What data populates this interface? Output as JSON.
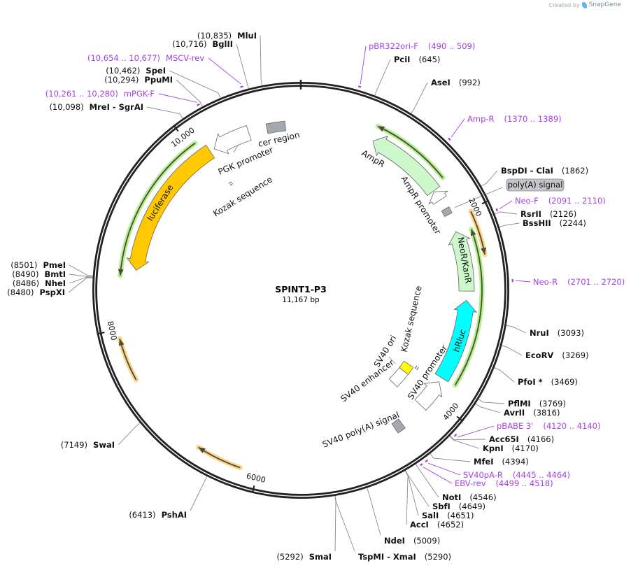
{
  "branding": {
    "created_by": "Created by",
    "brand": "SnapGene"
  },
  "title": "SPINT1-P3",
  "length_label": "11,167 bp",
  "total_bp": 11167,
  "colors": {
    "backbone": "#222222",
    "primer": "#a33fe6",
    "orf_green_halo": "#b6ef8e",
    "orf_orange_halo": "#ffd28a",
    "orf_line": "#4a4a3a"
  },
  "ticks": [
    {
      "bp": 0,
      "label": ""
    },
    {
      "bp": 2000,
      "label": "2000"
    },
    {
      "bp": 4000,
      "label": "4000"
    },
    {
      "bp": 6000,
      "label": "6000"
    },
    {
      "bp": 8000,
      "label": "8000"
    },
    {
      "bp": 10000,
      "label": "10,000"
    }
  ],
  "features": [
    {
      "label": "AmpR",
      "start": 800,
      "end": 1650,
      "strand": -1,
      "color": "#ccf8cc"
    },
    {
      "label": "AmpR promoter",
      "start": 1660,
      "end": 1770,
      "strand": -1,
      "color": "#ffffff"
    },
    {
      "label": "poly(A) signal",
      "start": 1880,
      "end": 1950,
      "strand": 0,
      "color": "#a4a8b0"
    },
    {
      "label": "NeoR/KanR",
      "start": 2150,
      "end": 2800,
      "strand": -1,
      "color": "#ccf8cc"
    },
    {
      "label": "hRluc",
      "start": 2900,
      "end": 3780,
      "strand": -1,
      "color": "#00ffff"
    },
    {
      "label": "SV40 promoter",
      "start": 3830,
      "end": 4150,
      "strand": -1,
      "color": "#ffffff"
    },
    {
      "label": "SV40 poly(A) signal",
      "start": 4430,
      "end": 4520,
      "strand": 0,
      "color": "#a4a8b0"
    },
    {
      "label": "luciferase",
      "start": 8590,
      "end": 10140,
      "strand": -1,
      "color": "#ffc800"
    },
    {
      "label": "PGK promoter",
      "start": 10190,
      "end": 10600,
      "strand": -1,
      "color": "#ffffff"
    },
    {
      "label": "cer region",
      "start": 10800,
      "end": 11000,
      "strand": 0,
      "color": "#a4a8b0"
    },
    {
      "label": "SV40 ori",
      "start": 3860,
      "end": 3975,
      "strand": 0,
      "color": "#ffff00"
    },
    {
      "label": "SV40 enhancer",
      "start": 3975,
      "end": 4190,
      "strand": 0,
      "color": "#ffffff"
    },
    {
      "label": "Kozak sequence",
      "start": 3835,
      "end": 3850,
      "strand": 0,
      "color": "#ffffff"
    },
    {
      "label": "Kozak sequence",
      "start": 10130,
      "end": 10145,
      "strand": 0,
      "color": "#ffffff"
    }
  ],
  "orfs": [
    {
      "start": 780,
      "end": 1600,
      "strand": -1,
      "color": "green"
    },
    {
      "start": 2180,
      "end": 3770,
      "strand": -1,
      "color": "green"
    },
    {
      "start": 8520,
      "end": 10060,
      "strand": -1,
      "color": "green"
    },
    {
      "start": 2020,
      "end": 2450,
      "strand": 1,
      "color": "orange"
    },
    {
      "start": 7490,
      "end": 7910,
      "strand": 1,
      "color": "orange"
    },
    {
      "start": 6170,
      "end": 6610,
      "strand": 1,
      "color": "orange"
    }
  ],
  "enzymes": [
    {
      "name": "MluI",
      "pos": "(10,835)",
      "bp": 10835
    },
    {
      "name": "BglII",
      "pos": "(10,716)",
      "bp": 10716
    },
    {
      "name": "SpeI",
      "pos": "(10,462)",
      "bp": 10462
    },
    {
      "name": "PpuMI",
      "pos": "(10,294)",
      "bp": 10294
    },
    {
      "name": "MreI  - SgrAI",
      "pos": "(10,098)",
      "bp": 10098
    },
    {
      "name": "PciI",
      "pos": "(645)",
      "bp": 645
    },
    {
      "name": "AseI",
      "pos": "(992)",
      "bp": 992
    },
    {
      "name": "BspDI  - ClaI",
      "pos": "(1862)",
      "bp": 1862
    },
    {
      "name": "RsrII",
      "pos": "(2126)",
      "bp": 2126
    },
    {
      "name": "BssHII",
      "pos": "(2244)",
      "bp": 2244
    },
    {
      "name": "NruI",
      "pos": "(3093)",
      "bp": 3093
    },
    {
      "name": "EcoRV",
      "pos": "(3269)",
      "bp": 3269
    },
    {
      "name": "PfoI *",
      "pos": "(3469)",
      "bp": 3469
    },
    {
      "name": "PflMI",
      "pos": "(3769)",
      "bp": 3769
    },
    {
      "name": "AvrII",
      "pos": "(3816)",
      "bp": 3816
    },
    {
      "name": "Acc65I",
      "pos": "(4166)",
      "bp": 4166
    },
    {
      "name": "KpnI",
      "pos": "(4170)",
      "bp": 4170
    },
    {
      "name": "MfeI",
      "pos": "(4394)",
      "bp": 4394
    },
    {
      "name": "NotI",
      "pos": "(4546)",
      "bp": 4546
    },
    {
      "name": "SbfI",
      "pos": "(4649)",
      "bp": 4649
    },
    {
      "name": "SalI",
      "pos": "(4651)",
      "bp": 4651
    },
    {
      "name": "AccI",
      "pos": "(4652)",
      "bp": 4652
    },
    {
      "name": "NdeI",
      "pos": "(5009)",
      "bp": 5009
    },
    {
      "name": "TspMI  - XmaI",
      "pos": "(5290)",
      "bp": 5290
    },
    {
      "name": "SmaI",
      "pos": "(5292)",
      "bp": 5292
    },
    {
      "name": "PshAI",
      "pos": "(6413)",
      "bp": 6413
    },
    {
      "name": "SwaI",
      "pos": "(7149)",
      "bp": 7149
    },
    {
      "name": "PmeI",
      "pos": "(8501)",
      "bp": 8501
    },
    {
      "name": "BmtI",
      "pos": "(8490)",
      "bp": 8490
    },
    {
      "name": "NheI",
      "pos": "(8486)",
      "bp": 8486
    },
    {
      "name": "PspXI",
      "pos": "(8480)",
      "bp": 8480
    }
  ],
  "primers": [
    {
      "name": "pBR322ori-F",
      "range": "(490 .. 509)",
      "bp": 500
    },
    {
      "name": "Amp-R",
      "range": "(1370 .. 1389)",
      "bp": 1380
    },
    {
      "name": "Neo-F",
      "range": "(2091 .. 2110)",
      "bp": 2100
    },
    {
      "name": "Neo-R",
      "range": "(2701 .. 2720)",
      "bp": 2710
    },
    {
      "name": "pBABE 3'",
      "range": "(4120 .. 4140)",
      "bp": 4130
    },
    {
      "name": "SV40pA-R",
      "range": "(4445 .. 4464)",
      "bp": 4455
    },
    {
      "name": "EBV-rev",
      "range": "(4499 .. 4518)",
      "bp": 4508
    },
    {
      "name": "MSCV-rev",
      "range": "(10,654 .. 10,677)",
      "bp": 10665
    },
    {
      "name": "mPGK-F",
      "range": "(10,261 .. 10,280)",
      "bp": 10270
    }
  ]
}
